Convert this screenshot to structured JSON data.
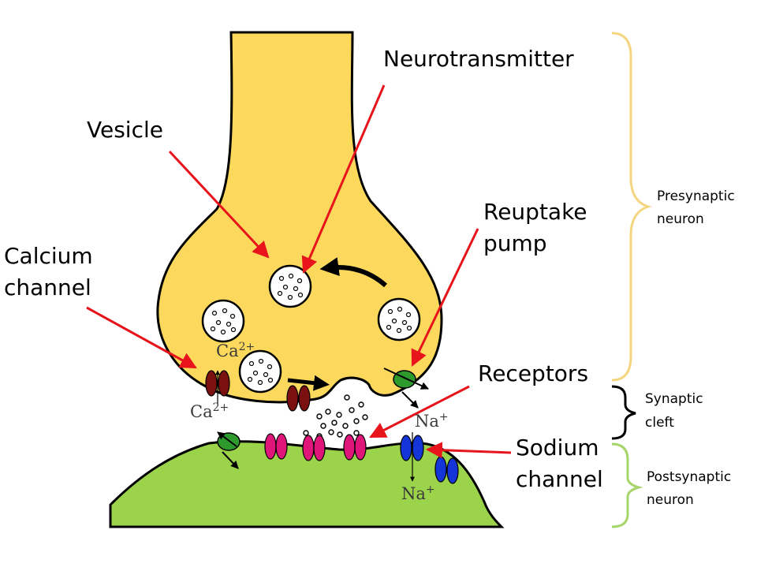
{
  "labels": {
    "neurotransmitter": "Neurotransmitter",
    "vesicle": "Vesicle",
    "reuptake_pump_line1": "Reuptake",
    "reuptake_pump_line2": "pump",
    "calcium_channel_line1": "Calcium",
    "calcium_channel_line2": "channel",
    "receptors": "Receptors",
    "sodium_channel_line1": "Sodium",
    "sodium_channel_line2": "channel"
  },
  "regions": {
    "presynaptic_line1": "Presynaptic",
    "presynaptic_line2": "neuron",
    "synaptic_cleft_line1": "Synaptic",
    "synaptic_cleft_line2": "cleft",
    "postsynaptic_line1": "Postsynaptic",
    "postsynaptic_line2": "neuron"
  },
  "ions": {
    "calcium_base": "Ca",
    "calcium_charge": "2+",
    "sodium_base": "Na",
    "sodium_charge": "+"
  },
  "colors": {
    "presynaptic_fill": "#fcd95c",
    "postsynaptic_fill": "#9bd44a",
    "pointer_arrow": "#e8141c",
    "calcium_channel": "#7a1010",
    "receptor": "#e0157a",
    "sodium_channel": "#1435d8",
    "reuptake_pump": "#2e9a2e",
    "presynaptic_brace": "#f5d680",
    "cleft_brace": "#000000",
    "postsynaptic_brace": "#a6d66a"
  }
}
